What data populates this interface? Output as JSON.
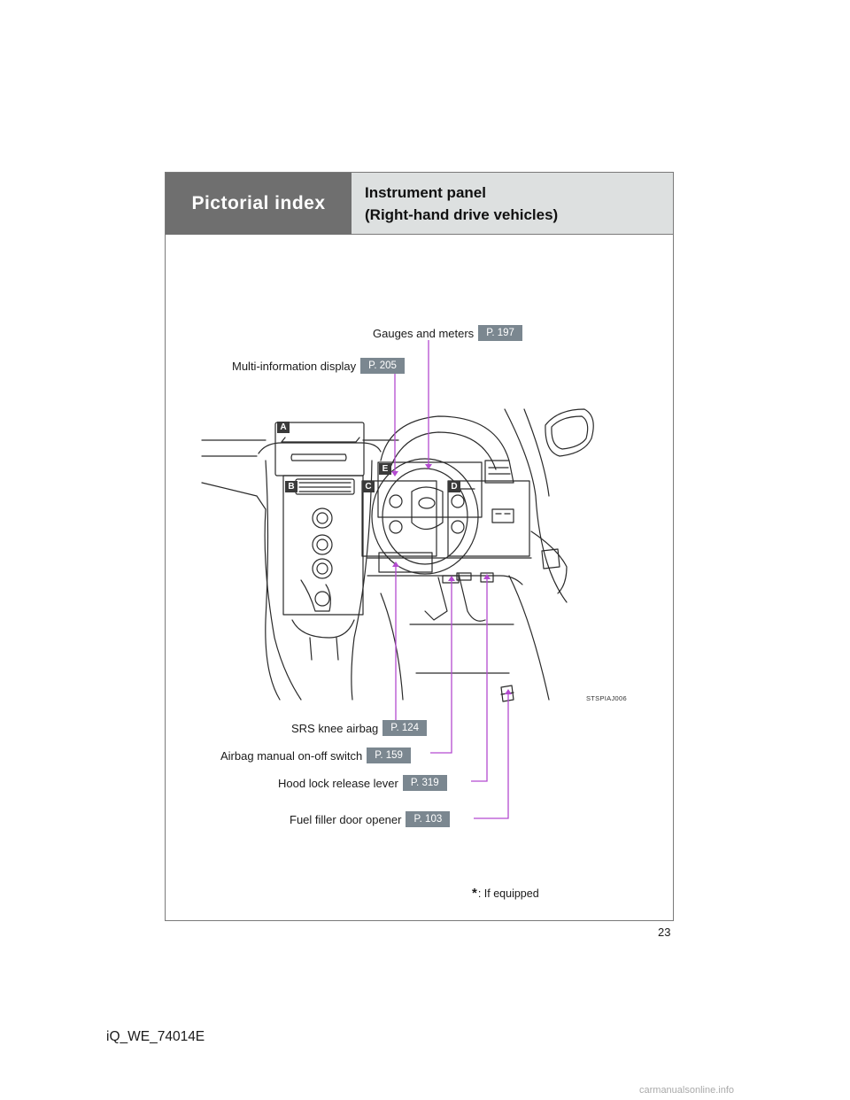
{
  "header": {
    "section": "Pictorial index",
    "title_line1": "Instrument panel",
    "title_line2": "(Right-hand drive vehicles)"
  },
  "callouts": {
    "gauges": {
      "label": "Gauges and meters",
      "page": "P. 197"
    },
    "multi_info": {
      "label": "Multi-information display",
      "page": "P. 205"
    },
    "srs_knee": {
      "label": "SRS knee airbag",
      "page": "P. 124"
    },
    "airbag_switch": {
      "label": "Airbag manual on-off switch",
      "page": "P. 159"
    },
    "hood_lever": {
      "label": "Hood lock release lever",
      "page": "P. 319"
    },
    "fuel_door": {
      "label": "Fuel filler door opener",
      "page": "P. 103"
    }
  },
  "region_letters": {
    "a": "A",
    "b": "B",
    "c": "C",
    "d": "D",
    "e": "E"
  },
  "illustration_code": "STSPIAJ006",
  "footnote": {
    "star": "*",
    "text": ": If equipped"
  },
  "page_number": "23",
  "doc_id": "iQ_WE_74014E",
  "watermark": "carmanualsonline.info",
  "colors": {
    "callout_line": "#b44bd0",
    "header_dark": "#6f6f6f",
    "header_light": "#dde0e0",
    "page_box": "#7b8790"
  }
}
